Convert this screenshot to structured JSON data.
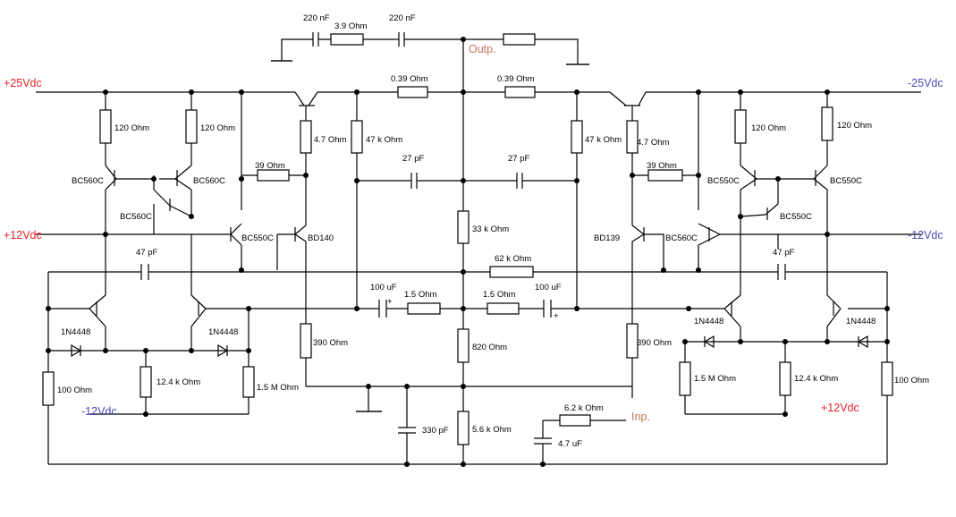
{
  "colors": {
    "positive_rail": "#e8202a",
    "negative_rail": "#4a4ab8",
    "port": "#c07858",
    "line": "#000000"
  },
  "rails": {
    "pos25": "+25Vdc",
    "neg25": "-25Vdc",
    "pos12_left": "+12Vdc",
    "neg12_right": "-12Vdc",
    "neg12_left": "-12Vdc",
    "pos12_right": "+12Vdc"
  },
  "ports": {
    "output": "Outp.",
    "input": "Inp."
  },
  "resistors": {
    "zobel_r": "3.9  Ohm",
    "emitter_left": "0.39  Ohm",
    "emitter_right": "0.39  Ohm",
    "r120_a": "120  Ohm",
    "r120_b": "120  Ohm",
    "r120_c": "120  Ohm",
    "r120_d": "120  Ohm",
    "r47_left": "4.7  Ohm",
    "r47_right": "4.7  Ohm",
    "r47k_left": "47 k Ohm",
    "r47k_right": "47 k Ohm",
    "r39_left": "39  Ohm",
    "r39_right": "39  Ohm",
    "r33k": "33 k Ohm",
    "r62k": "62 k Ohm",
    "r15_left": "1.5  Ohm",
    "r15_right": "1.5  Ohm",
    "r820": "820  Ohm",
    "r390_left": "390  Ohm",
    "r390_right": "390  Ohm",
    "r56k": "5.6 k Ohm",
    "r62k_in": "6.2 k Ohm",
    "r100_left": "100  Ohm",
    "r100_right": "100  Ohm",
    "r124k_left": "12.4 k Ohm",
    "r124k_right": "12.4 k Ohm",
    "r15m_left": "1.5 M Ohm",
    "r15m_right": "1.5 M Ohm"
  },
  "capacitors": {
    "zobel_c1": "220 nF",
    "zobel_c2": "220 nF",
    "c27_left": "27 pF",
    "c27_right": "27 pF",
    "c47_left": "47 pF",
    "c47_right": "47 pF",
    "c100u_left": "100 uF",
    "c100u_right": "100 uF",
    "c330p": "330 pF",
    "c47u": "4.7 uF",
    "plus_left": "+",
    "plus_right": "+"
  },
  "transistors": {
    "q_bc560c_1": "BC560C",
    "q_bc560c_2": "BC560C",
    "q_bc560c_3": "BC560C",
    "q_bc550c_vas": "BC550C",
    "q_bd140": "BD140",
    "q_bd139": "BD139",
    "q_bc560c_vas": "BC560C",
    "q_bc550c_1": "BC550C",
    "q_bc550c_2": "BC550C",
    "q_bc550c_3": "BC550C"
  },
  "diodes": {
    "d_left_1": "1N4448",
    "d_left_2": "1N4448",
    "d_right_1": "1N4448",
    "d_right_2": "1N4448"
  }
}
